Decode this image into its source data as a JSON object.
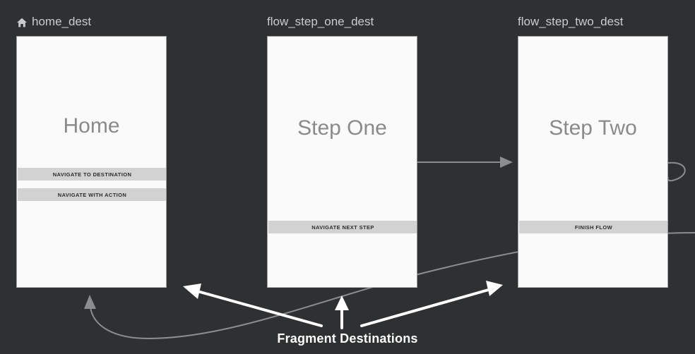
{
  "canvas": {
    "background_color": "#2e3032",
    "edge_color": "#8b8d8e",
    "annotation_color": "#ffffff"
  },
  "destinations": [
    {
      "id": "home_dest",
      "label": "home_dest",
      "icon": "home-icon",
      "is_start_destination": true,
      "screen_title": "Home",
      "buttons": [
        "NAVIGATE TO DESTINATION",
        "NAVIGATE WITH ACTION"
      ]
    },
    {
      "id": "flow_step_one_dest",
      "label": "flow_step_one_dest",
      "icon": "",
      "is_start_destination": false,
      "screen_title": "Step One",
      "buttons": [
        "NAVIGATE NEXT STEP"
      ]
    },
    {
      "id": "flow_step_two_dest",
      "label": "flow_step_two_dest",
      "icon": "",
      "is_start_destination": false,
      "screen_title": "Step Two",
      "buttons": [
        "FINISH FLOW"
      ]
    }
  ],
  "annotation": {
    "caption": "Fragment Destinations",
    "pointer_count": 3
  }
}
